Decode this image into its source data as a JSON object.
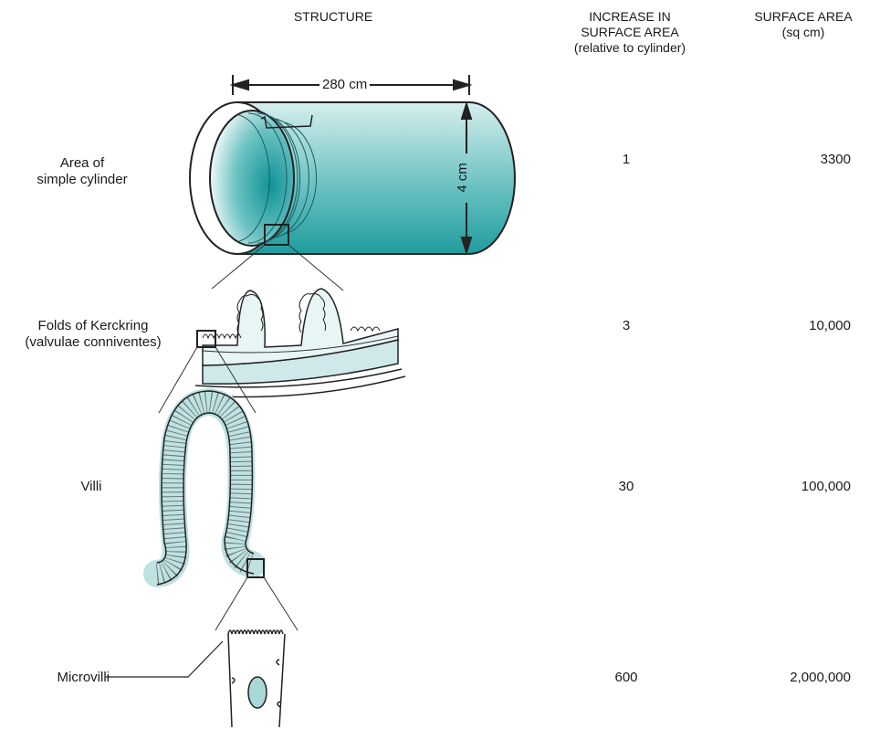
{
  "headers": {
    "structure": "STRUCTURE",
    "increase": [
      "INCREASE IN",
      "SURFACE AREA",
      "(relative to cylinder)"
    ],
    "area": [
      "SURFACE AREA",
      "(sq cm)"
    ]
  },
  "dimensions": {
    "length": "280 cm",
    "diameter": "4 cm"
  },
  "rows": [
    {
      "label": [
        "Area of",
        "simple cylinder"
      ],
      "increase": "1",
      "area": "3300"
    },
    {
      "label": [
        "Folds of Kerckring",
        "(valvulae conniventes)"
      ],
      "increase": "3",
      "area": "10,000"
    },
    {
      "label": [
        "Villi"
      ],
      "increase": "30",
      "area": "100,000"
    },
    {
      "label": [
        "Microvilli"
      ],
      "increase": "600",
      "area": "2,000,000"
    }
  ],
  "colors": {
    "teal_dark": "#1c9ea0",
    "teal_light": "#d9eeee",
    "line": "#222222"
  }
}
